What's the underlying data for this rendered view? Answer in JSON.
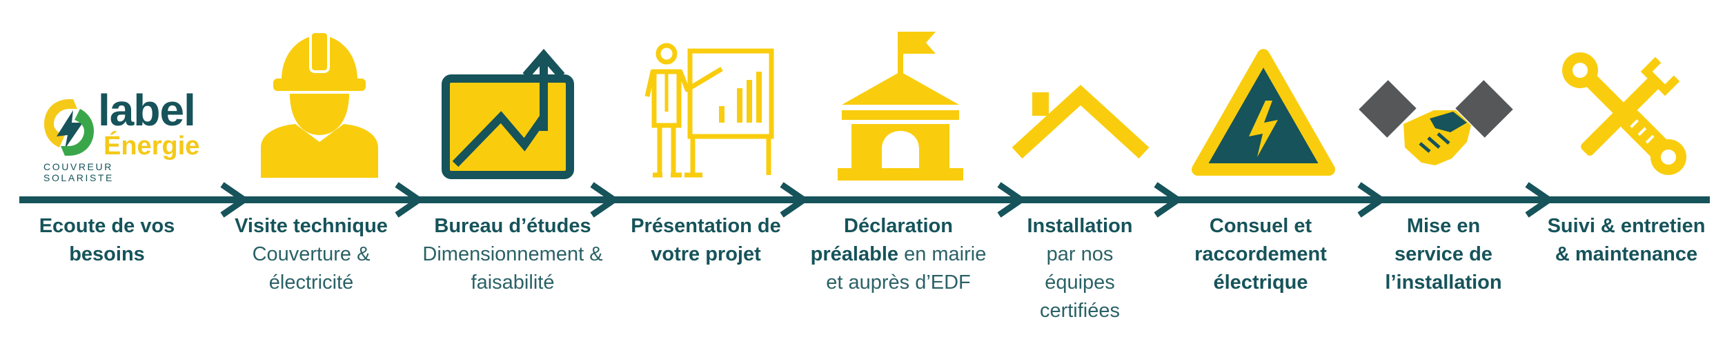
{
  "logo": {
    "word_label": "label",
    "word_energie": "Énergie",
    "tagline": "COUVREUR SOLARISTE"
  },
  "colors": {
    "yellow": "#f9cd0e",
    "teal": "#16535a",
    "gray": "#555759",
    "line": "#16535a"
  },
  "steps": [
    {
      "icon": "logo-bolt-icon",
      "title": "Ecoute de vos besoins",
      "detail": ""
    },
    {
      "icon": "worker-helmet-icon",
      "title": "Visite technique",
      "detail": "Couverture & électricité"
    },
    {
      "icon": "growth-chart-icon",
      "title": "Bureau d’études",
      "detail": "Dimensionnement & faisabilité"
    },
    {
      "icon": "presentation-board-icon",
      "title": "Présentation de votre projet",
      "detail": ""
    },
    {
      "icon": "town-hall-icon",
      "title": "Déclaration préalable",
      "detail": "en mairie et auprès d’EDF"
    },
    {
      "icon": "house-roof-icon",
      "title": "Installation",
      "detail": "par nos équipes certifiées"
    },
    {
      "icon": "high-voltage-icon",
      "title": "Consuel et raccordement électrique",
      "detail": ""
    },
    {
      "icon": "handshake-icon",
      "title": "Mise en service de l’installation",
      "detail": ""
    },
    {
      "icon": "tools-icon",
      "title": "Suivi & entretien & maintenance",
      "detail": ""
    }
  ]
}
